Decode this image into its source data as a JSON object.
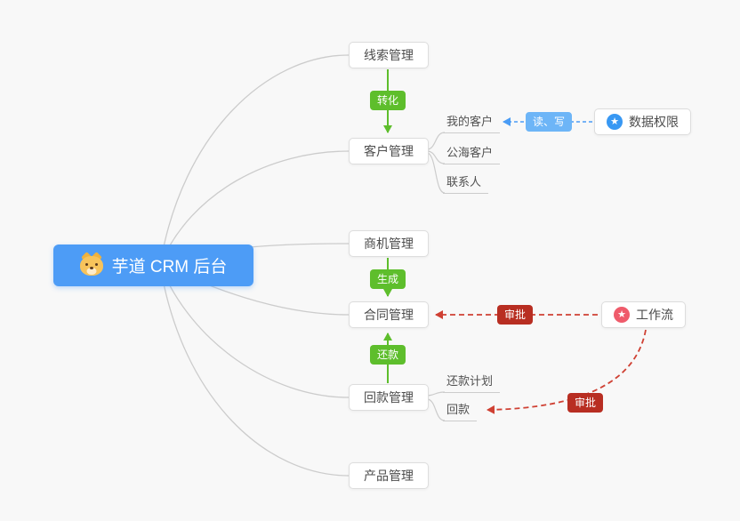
{
  "root": {
    "label": "芋道 CRM 后台",
    "icon": "dog-logo-icon"
  },
  "nodes": {
    "leads": {
      "label": "线索管理"
    },
    "customers": {
      "label": "客户管理"
    },
    "opportunities": {
      "label": "商机管理"
    },
    "contracts": {
      "label": "合同管理"
    },
    "receivables": {
      "label": "回款管理"
    },
    "products": {
      "label": "产品管理"
    },
    "data_permission": {
      "label": "数据权限",
      "icon": "star-icon",
      "icon_glyph": "★"
    },
    "workflow": {
      "label": "工作流",
      "icon": "star-icon",
      "icon_glyph": "★"
    }
  },
  "children": {
    "my_customers": {
      "label": "我的客户"
    },
    "public_customers": {
      "label": "公海客户"
    },
    "contacts": {
      "label": "联系人"
    },
    "repayment_plan": {
      "label": "还款计划"
    },
    "receivable": {
      "label": "回款"
    }
  },
  "badges": {
    "convert": {
      "label": "转化"
    },
    "generate": {
      "label": "生成"
    },
    "repay": {
      "label": "还款"
    },
    "read_write": {
      "label": "读、写"
    },
    "approve_contract": {
      "label": "审批"
    },
    "approve_receivable": {
      "label": "审批"
    }
  },
  "colors": {
    "canvas_bg": "#f8f8f8",
    "root_bg": "#4d9cf6",
    "node_border": "#dddddd",
    "badge_green": "#5ebe2c",
    "badge_blue": "#6db5f7",
    "badge_red": "#b82e22",
    "line_gray": "#cccccc",
    "line_green": "#5ebe2c",
    "line_blue": "#4a9cf5",
    "line_red": "#cf4033",
    "star_blue": "#3898f3",
    "star_red": "#ef5b6b"
  }
}
